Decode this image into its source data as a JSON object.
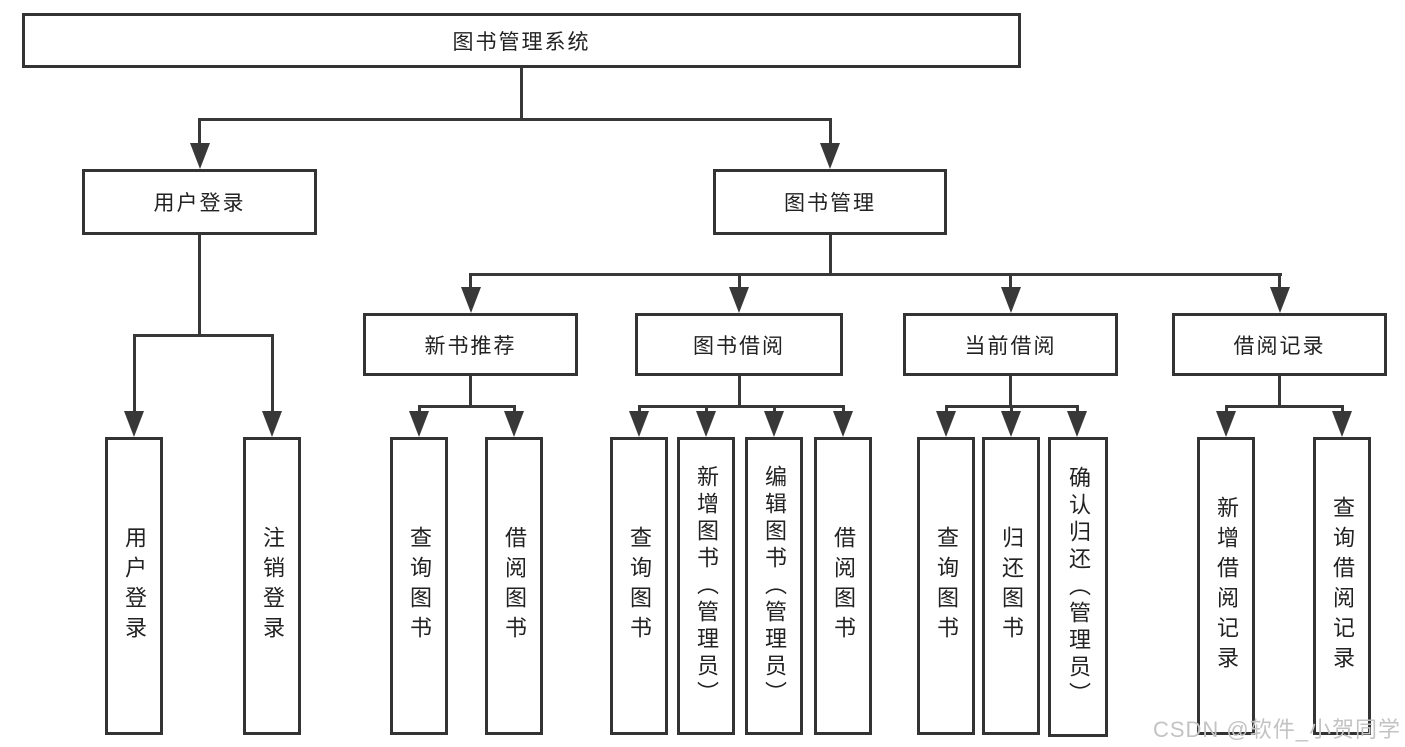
{
  "tree": {
    "root": "图书管理系统",
    "children": [
      {
        "label": "用户登录",
        "children": [
          "用户登录",
          "注销登录"
        ]
      },
      {
        "label": "图书管理",
        "children": [
          {
            "label": "新书推荐",
            "children": [
              "查询图书",
              "借阅图书"
            ]
          },
          {
            "label": "图书借阅",
            "children": [
              "查询图书",
              "新增图书（管理员）",
              "编辑图书（管理员）",
              "借阅图书"
            ]
          },
          {
            "label": "当前借阅",
            "children": [
              "查询图书",
              "归还图书",
              "确认归还（管理员）"
            ]
          },
          {
            "label": "借阅记录",
            "children": [
              "新增借阅记录",
              "查询借阅记录"
            ]
          }
        ]
      }
    ]
  },
  "watermark": {
    "text": "CSDN @软件_小贺同学",
    "color": "#c3c3c3"
  },
  "colors": {
    "line": "#383838",
    "box_border": "#333333",
    "text": "#222222",
    "background": "#ffffff"
  }
}
